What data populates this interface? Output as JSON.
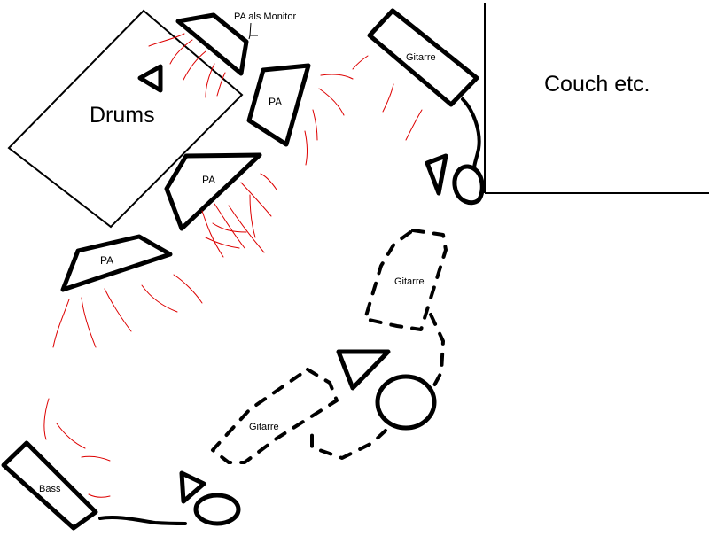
{
  "labels": {
    "drums": "Drums",
    "couch": "Couch etc.",
    "pa_monitor": "PA als Monitor",
    "pa_1": "PA",
    "pa_2": "PA",
    "pa_3": "PA",
    "guitar_top": "Gitarre",
    "guitar_mid": "Gitarre",
    "guitar_low": "Gitarre",
    "bass": "Bass"
  },
  "colors": {
    "outline": "#000000",
    "sound_waves": "#dd0000",
    "background": "#ffffff"
  }
}
